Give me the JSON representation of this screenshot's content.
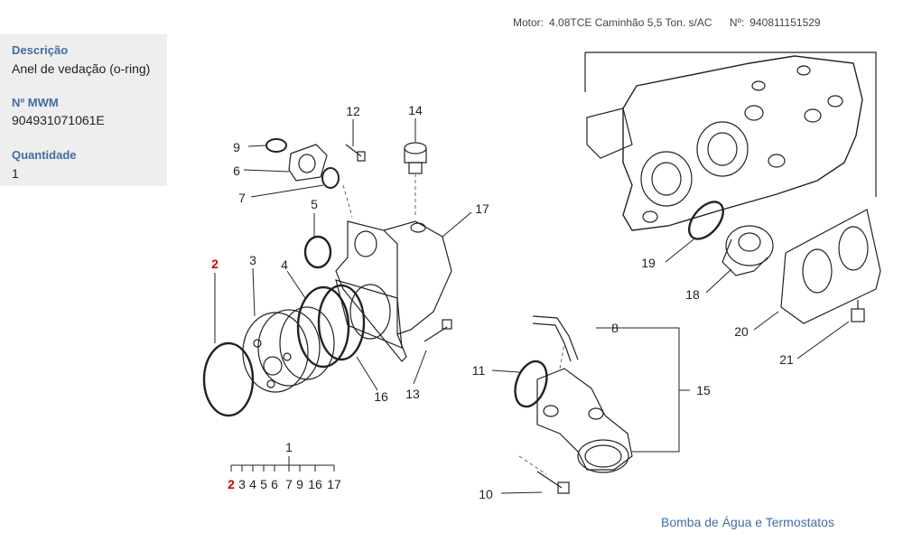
{
  "header": {
    "motor_label": "Motor:",
    "motor_value": "4.08TCE Caminhão 5,5 Ton. s/AC",
    "number_label": "Nº:",
    "number_value": "940811151529"
  },
  "part_info": {
    "description_label": "Descrição",
    "description_value": "Anel de vedação (o-ring)",
    "mwm_label": "Nº MWM",
    "mwm_value": "904931071061E",
    "quantity_label": "Quantidade",
    "quantity_value": "1"
  },
  "diagram": {
    "caption": "Bomba de Água e Termostatos",
    "highlight_color": "#cc0000",
    "callouts": [
      {
        "id": "c9",
        "text": "9"
      },
      {
        "id": "c6",
        "text": "6"
      },
      {
        "id": "c7",
        "text": "7"
      },
      {
        "id": "c12",
        "text": "12"
      },
      {
        "id": "c14",
        "text": "14"
      },
      {
        "id": "c5",
        "text": "5"
      },
      {
        "id": "c17",
        "text": "17"
      },
      {
        "id": "c2",
        "text": "2",
        "highlighted": true
      },
      {
        "id": "c3",
        "text": "3"
      },
      {
        "id": "c4",
        "text": "4"
      },
      {
        "id": "c16",
        "text": "16"
      },
      {
        "id": "c13",
        "text": "13"
      },
      {
        "id": "c8",
        "text": "8"
      },
      {
        "id": "c11",
        "text": "11"
      },
      {
        "id": "c15",
        "text": "15"
      },
      {
        "id": "c10",
        "text": "10"
      },
      {
        "id": "c19",
        "text": "19"
      },
      {
        "id": "c18",
        "text": "18"
      },
      {
        "id": "c20",
        "text": "20"
      },
      {
        "id": "c21",
        "text": "21"
      }
    ],
    "group": {
      "label": "1",
      "items": [
        {
          "text": "2",
          "highlighted": true
        },
        {
          "text": "3"
        },
        {
          "text": "4"
        },
        {
          "text": "5"
        },
        {
          "text": "6"
        },
        {
          "text": "7"
        },
        {
          "text": "9"
        },
        {
          "text": "16"
        },
        {
          "text": "17"
        }
      ]
    }
  }
}
